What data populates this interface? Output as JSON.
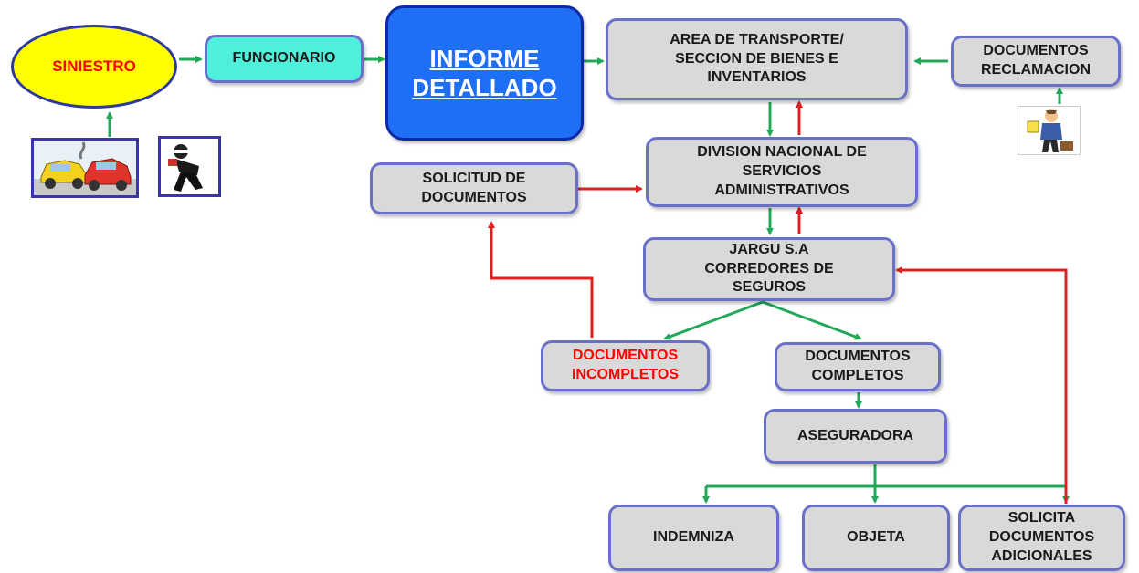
{
  "nodes": {
    "siniestro": "SINIESTRO",
    "funcionario": "FUNCIONARIO",
    "informe": "INFORME\nDETALLADO",
    "area": "AREA DE TRANSPORTE/\nSECCION DE BIENES E\nINVENTARIOS",
    "reclamacion": "DOCUMENTOS\nRECLAMACION",
    "division": "DIVISION NACIONAL DE\nSERVICIOS\nADMINISTRATIVOS",
    "solicitud": "SOLICITUD DE\nDOCUMENTOS",
    "jargu": "JARGU S.A\nCORREDORES DE\nSEGUROS",
    "incompletos": "DOCUMENTOS\nINCOMPLETOS",
    "completos": "DOCUMENTOS\nCOMPLETOS",
    "aseguradora": "ASEGURADORA",
    "indemniza": "INDEMNIZA",
    "objeta": "OBJETA",
    "adicionales": "SOLICITA\nDOCUMENTOS\nADICIONALES"
  },
  "colors": {
    "green_arrow": "#21a85a",
    "red_arrow": "#e02020",
    "box_fill": "#d9d9d9",
    "box_border": "#6a70c8",
    "informe_fill": "#1f6ff5",
    "siniestro_fill": "#ffff00",
    "funcionario_fill": "#4ef0dc"
  },
  "icons": [
    "car-crash-icon",
    "thief-icon",
    "businessman-icon"
  ]
}
